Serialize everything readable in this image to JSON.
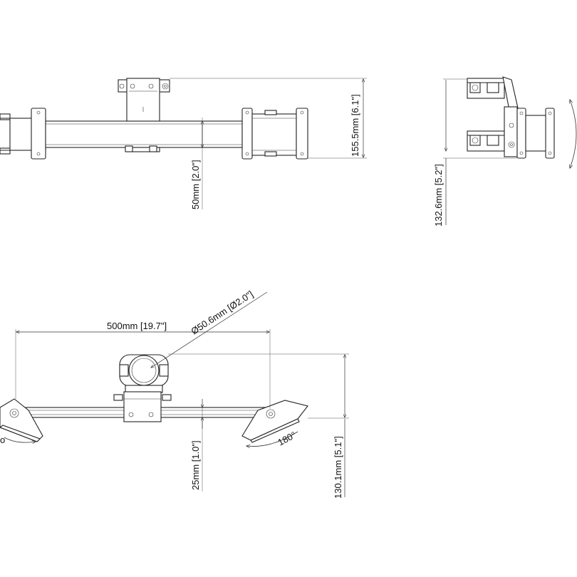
{
  "dimensions": {
    "front_height": "155.5mm [6.1\"]",
    "front_offset": "50mm [2.0\"]",
    "side_height": "132.6mm [5.2\"]",
    "top_width": "500mm [19.7\"]",
    "pole_diameter": "Ø50.6mm [Ø2.0\"]",
    "rotation": "180°",
    "top_offset": "25mm [1.0\"]",
    "top_depth": "130.1mm [5.1\"]"
  },
  "colors": {
    "line": "#222222",
    "fill": "#ffffff",
    "shade": "#ececec"
  }
}
